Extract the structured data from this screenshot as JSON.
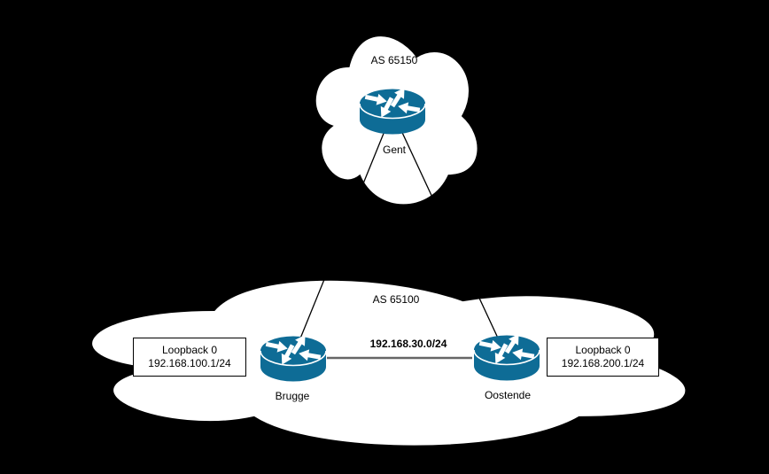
{
  "diagram": {
    "autonomous_systems": [
      {
        "label": "AS 65150",
        "routers": [
          "Gent"
        ]
      },
      {
        "label": "AS 65100",
        "routers": [
          "Brugge",
          "Oostende"
        ]
      }
    ],
    "routers": [
      {
        "name": "Gent"
      },
      {
        "name": "Brugge"
      },
      {
        "name": "Oostende"
      }
    ],
    "links": [
      {
        "from": "Gent",
        "to": "Brugge",
        "label": ""
      },
      {
        "from": "Gent",
        "to": "Oostende",
        "label": ""
      },
      {
        "from": "Brugge",
        "to": "Oostende",
        "label": "192.168.30.0/24"
      }
    ],
    "annotations": [
      {
        "router": "Brugge",
        "lines": [
          "Loopback 0",
          "192.168.100.1/24"
        ]
      },
      {
        "router": "Oostende",
        "lines": [
          "Loopback 0",
          "192.168.200.1/24"
        ]
      }
    ],
    "colors": {
      "background": "#000000",
      "cloud_fill": "#ffffff",
      "router_fill": "#0e6c96",
      "router_seam": "#ffffff",
      "serial_link": "#666666",
      "edge_line": "#000000",
      "text": "#000000"
    }
  }
}
